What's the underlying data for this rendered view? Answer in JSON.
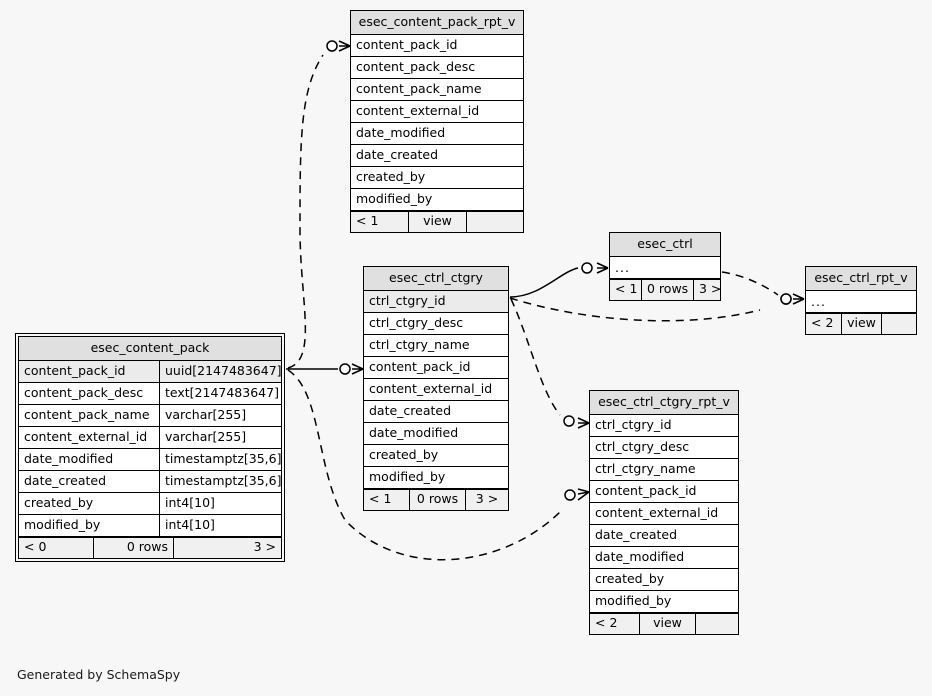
{
  "page": {
    "background": "#f7f7f7",
    "footer_note": "Generated by SchemaSpy",
    "header_fill": "#e0e0e0",
    "pk_fill": "#ebebeb",
    "line_color": "#000000"
  },
  "tables": {
    "esec_content_pack_rpt_v": {
      "title": "esec_content_pack_rpt_v",
      "columns": [
        {
          "name": "content_pack_id"
        },
        {
          "name": "content_pack_desc"
        },
        {
          "name": "content_pack_name"
        },
        {
          "name": "content_external_id"
        },
        {
          "name": "date_modified"
        },
        {
          "name": "date_created"
        },
        {
          "name": "created_by"
        },
        {
          "name": "modified_by"
        }
      ],
      "footer": {
        "left": "< 1",
        "center": "view",
        "right": ""
      }
    },
    "esec_ctrl": {
      "title": "esec_ctrl",
      "columns": [
        {
          "name": "..."
        }
      ],
      "footer": {
        "left": "< 1",
        "center": "0 rows",
        "right": "3 >"
      }
    },
    "esec_ctrl_rpt_v": {
      "title": "esec_ctrl_rpt_v",
      "columns": [
        {
          "name": "..."
        }
      ],
      "footer": {
        "left": "< 2",
        "center": "view",
        "right": ""
      }
    },
    "esec_ctrl_ctgry": {
      "title": "esec_ctrl_ctgry",
      "columns": [
        {
          "name": "ctrl_ctgry_id"
        },
        {
          "name": "ctrl_ctgry_desc"
        },
        {
          "name": "ctrl_ctgry_name"
        },
        {
          "name": "content_pack_id"
        },
        {
          "name": "content_external_id"
        },
        {
          "name": "date_created"
        },
        {
          "name": "date_modified"
        },
        {
          "name": "created_by"
        },
        {
          "name": "modified_by"
        }
      ],
      "footer": {
        "left": "< 1",
        "center": "0 rows",
        "right": "3 >"
      }
    },
    "esec_ctrl_ctgry_rpt_v": {
      "title": "esec_ctrl_ctgry_rpt_v",
      "columns": [
        {
          "name": "ctrl_ctgry_id"
        },
        {
          "name": "ctrl_ctgry_desc"
        },
        {
          "name": "ctrl_ctgry_name"
        },
        {
          "name": "content_pack_id"
        },
        {
          "name": "content_external_id"
        },
        {
          "name": "date_created"
        },
        {
          "name": "date_modified"
        },
        {
          "name": "created_by"
        },
        {
          "name": "modified_by"
        }
      ],
      "footer": {
        "left": "< 2",
        "center": "view",
        "right": ""
      }
    },
    "esec_content_pack": {
      "title": "esec_content_pack",
      "columns": [
        {
          "name": "content_pack_id",
          "type": "uuid[2147483647]"
        },
        {
          "name": "content_pack_desc",
          "type": "text[2147483647]"
        },
        {
          "name": "content_pack_name",
          "type": "varchar[255]"
        },
        {
          "name": "content_external_id",
          "type": "varchar[255]"
        },
        {
          "name": "date_modified",
          "type": "timestamptz[35,6]"
        },
        {
          "name": "date_created",
          "type": "timestamptz[35,6]"
        },
        {
          "name": "created_by",
          "type": "int4[10]"
        },
        {
          "name": "modified_by",
          "type": "int4[10]"
        }
      ],
      "footer": {
        "left": "< 0",
        "center": "0 rows",
        "right": "3 >"
      }
    }
  },
  "relationships": [
    {
      "from": "esec_content_pack",
      "to": "esec_content_pack_rpt_v",
      "style": "dashed"
    },
    {
      "from": "esec_content_pack",
      "to": "esec_ctrl_ctgry",
      "style": "solid"
    },
    {
      "from": "esec_content_pack",
      "to": "esec_ctrl_ctgry_rpt_v",
      "style": "dashed"
    },
    {
      "from": "esec_ctrl_ctgry",
      "to": "esec_ctrl",
      "style": "solid"
    },
    {
      "from": "esec_ctrl_ctgry",
      "to": "esec_ctrl_rpt_v",
      "style": "dashed"
    },
    {
      "from": "esec_ctrl_ctgry",
      "to": "esec_ctrl_ctgry_rpt_v",
      "style": "dashed"
    },
    {
      "from": "esec_ctrl",
      "to": "esec_ctrl_rpt_v",
      "style": "dashed"
    }
  ]
}
